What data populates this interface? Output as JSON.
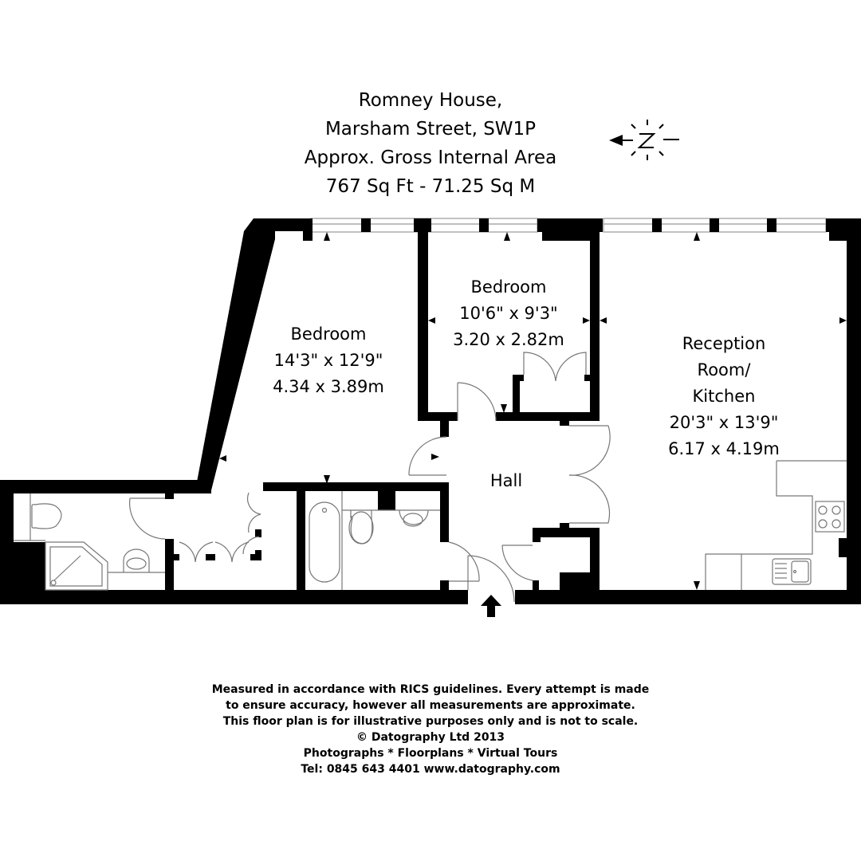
{
  "header": {
    "building": "Romney House,",
    "address": "Marsham Street, SW1P",
    "area_label": "Approx. Gross Internal Area",
    "area_value": "767 Sq Ft  -  71.25 Sq M"
  },
  "compass": {
    "icon": "north-compass-icon",
    "letter": "N",
    "direction": "left"
  },
  "rooms": [
    {
      "id": "bedroom-1",
      "name": "Bedroom",
      "imperial": "14'3\" x 12'9\"",
      "metric": "4.34 x 3.89m"
    },
    {
      "id": "bedroom-2",
      "name": "Bedroom",
      "imperial": "10'6\" x 9'3\"",
      "metric": "3.20 x 2.82m"
    },
    {
      "id": "reception",
      "name_line1": "Reception",
      "name_line2": "Room/",
      "name_line3": "Kitchen",
      "imperial": "20'3\" x 13'9\"",
      "metric": "6.17 x 4.19m"
    },
    {
      "id": "hall",
      "name": "Hall"
    }
  ],
  "footer": {
    "line1": "Measured in accordance with RICS guidelines. Every attempt is made",
    "line2": "to ensure accuracy, however all measurements are approximate.",
    "line3": "This floor plan is for illustrative purposes only and is not to scale.",
    "line4": "© Datography Ltd 2013",
    "line5": "Photographs * Floorplans * Virtual Tours",
    "line6": "Tel: 0845 643 4401 www.datography.com"
  },
  "colors": {
    "wall": "#000000",
    "fixture_line": "#808080",
    "background": "#ffffff"
  }
}
